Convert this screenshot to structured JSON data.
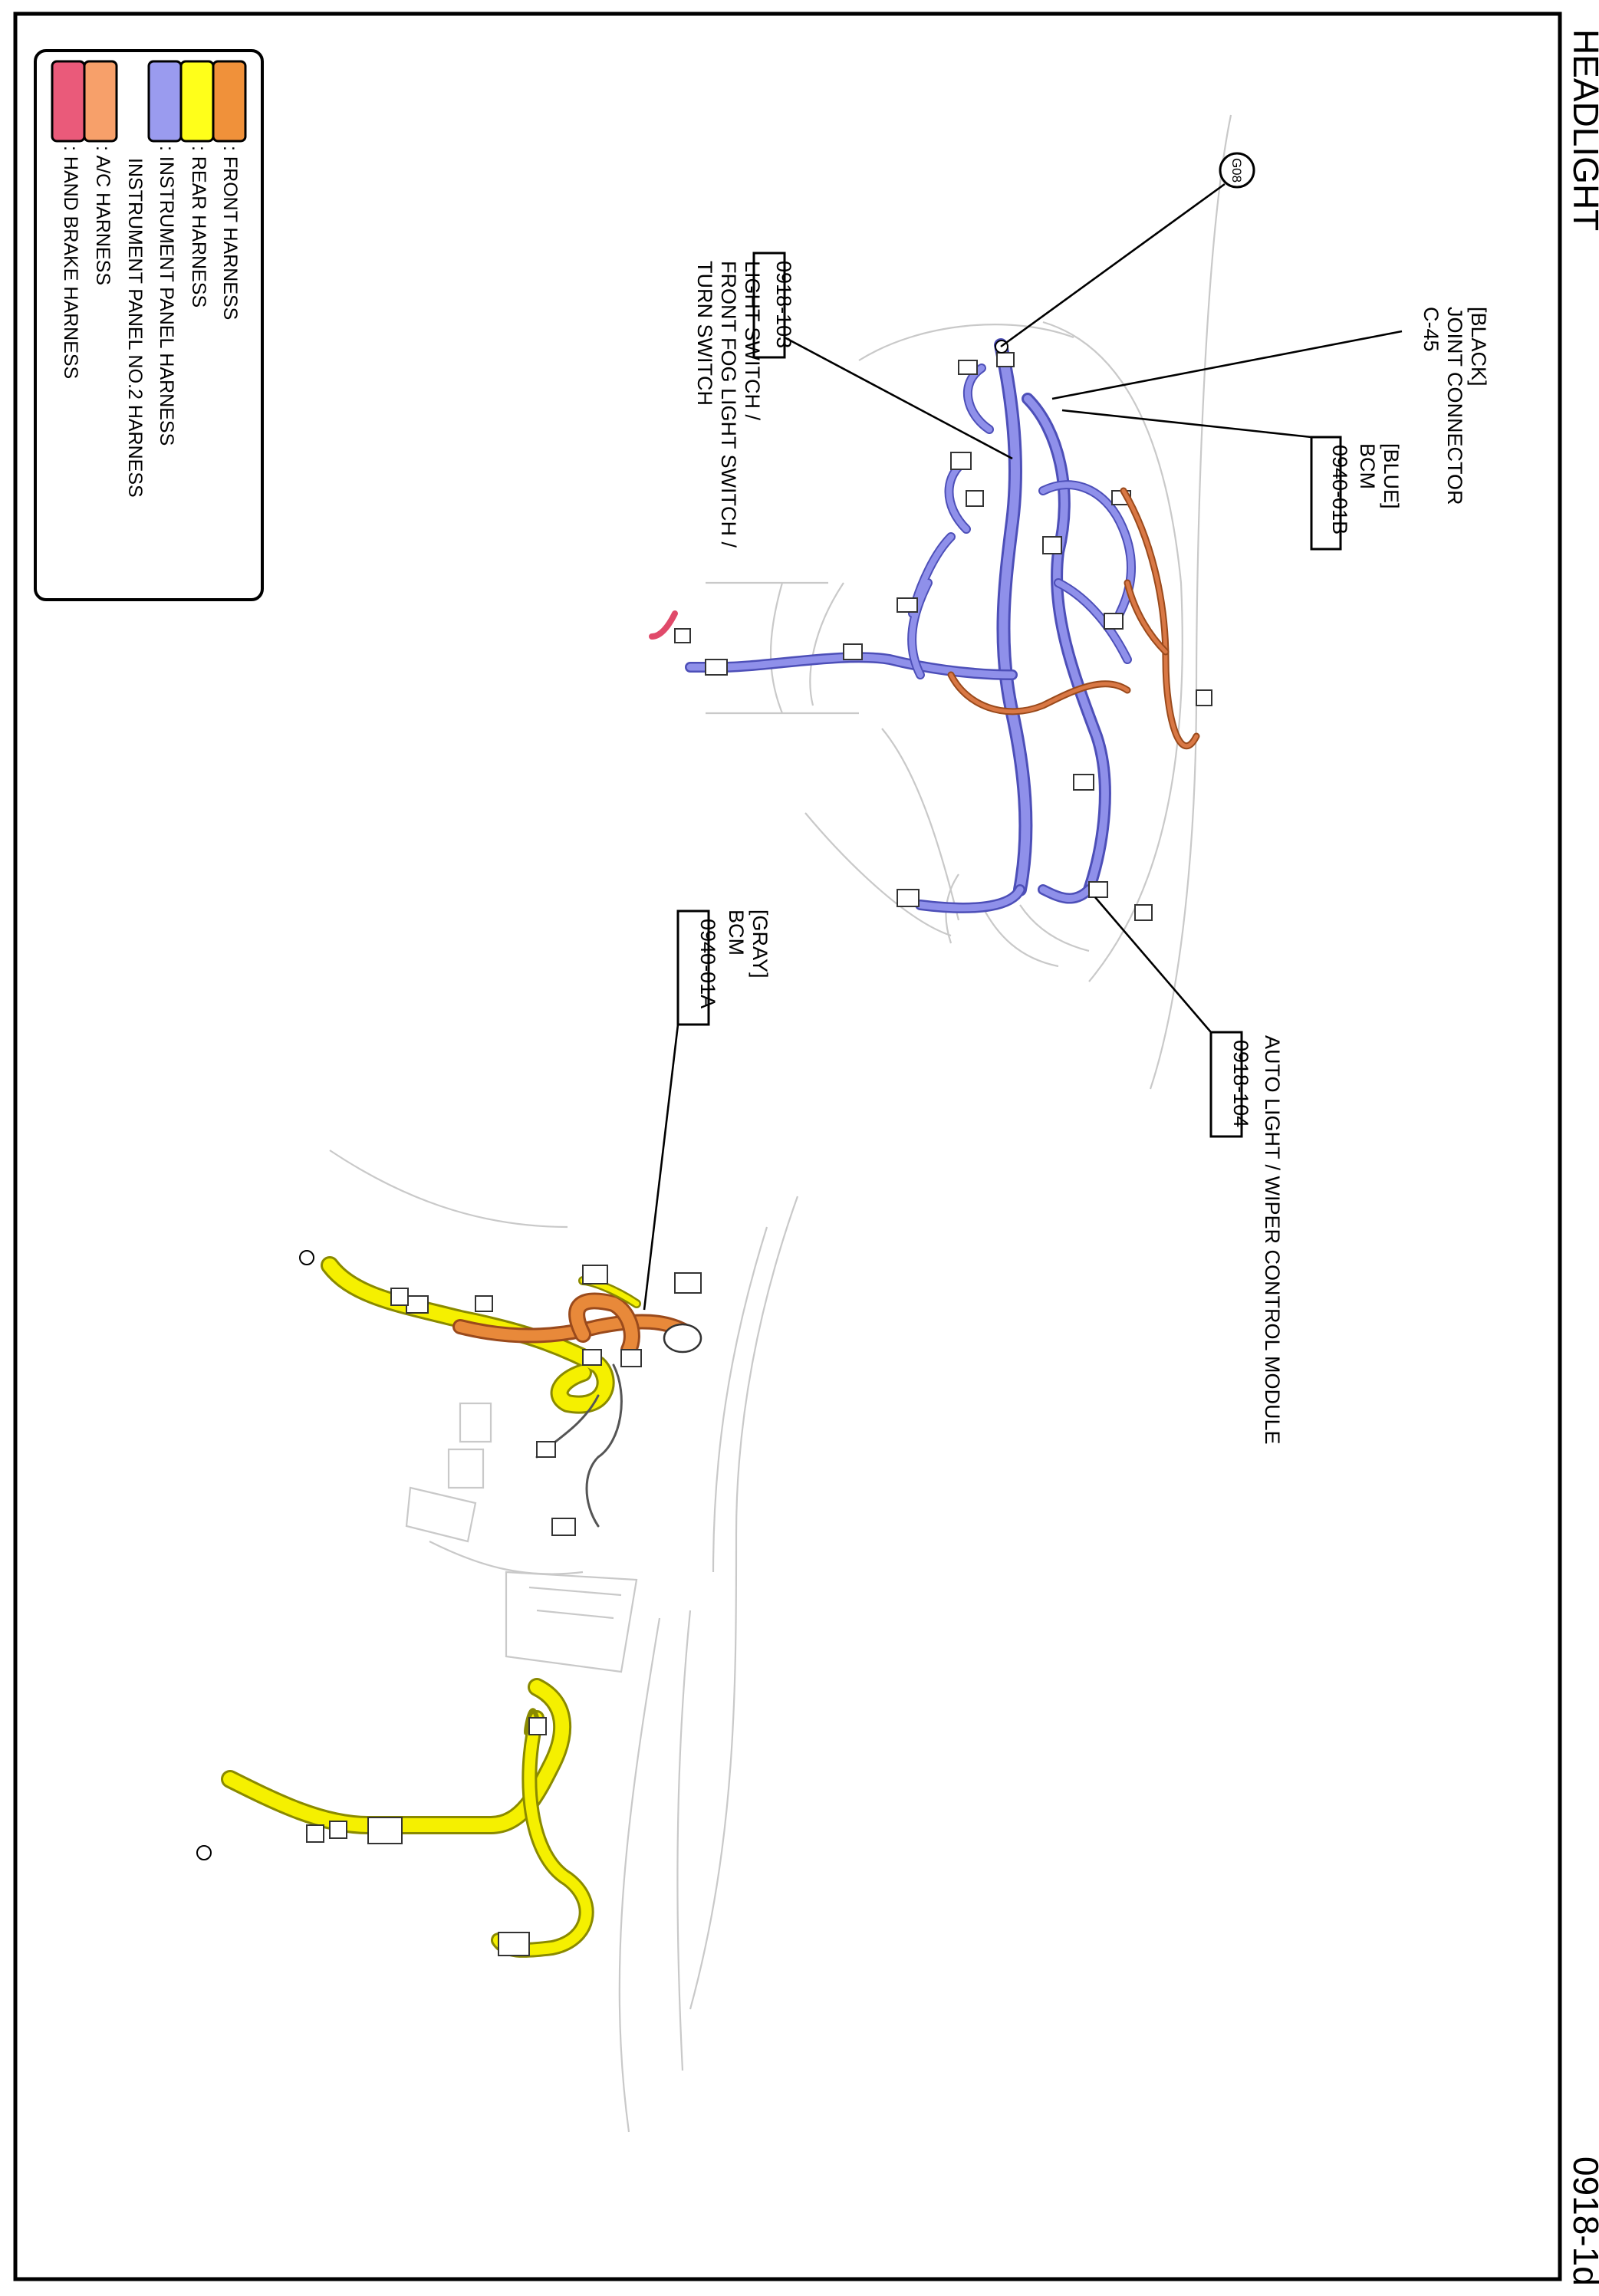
{
  "page": {
    "title": "HEADLIGHT",
    "page_code": "0918-1d"
  },
  "legend": {
    "items": [
      {
        "id": "front",
        "swatch": "#f0913a",
        "label": ": FRONT HARNESS"
      },
      {
        "id": "rear",
        "swatch": "#ffff1a",
        "label": ": REAR HARNESS"
      },
      {
        "id": "instrument",
        "swatch": "#9a9bef",
        "label": ": INSTRUMENT PANEL HARNESS",
        "label2": "INSTRUMENT PANEL NO.2 HARNESS"
      },
      {
        "id": "ac",
        "swatch": "#f7a06a",
        "label": ": A/C HARNESS"
      },
      {
        "id": "handbrake",
        "swatch": "#ea5a7a",
        "label": ": HAND BRAKE HARNESS"
      }
    ]
  },
  "callouts": {
    "joint_connector": {
      "color": "[BLACK]",
      "name": "JOINT CONNECTOR",
      "code": "C-45"
    },
    "bcm_blue": {
      "color": "[BLUE]",
      "name": "BCM",
      "code": "0940-01B"
    },
    "light_switch": {
      "code": "0918-103",
      "line1": "LIGHT SWITCH /",
      "line2": "FRONT FOG LIGHT SWITCH /",
      "line3": "TURN SWITCH"
    },
    "auto_light": {
      "name": "AUTO LIGHT / WIPER CONTROL MODULE",
      "code": "0918-104"
    },
    "bcm_gray": {
      "color": "[GRAY]",
      "name": "BCM",
      "code": "0940-01A"
    },
    "ground": {
      "code": "G08"
    }
  },
  "colors": {
    "instrument_wire": "#8f90ea",
    "instrument_edge": "#4d4fb8",
    "front_wire": "#e8893a",
    "ac_wire": "#d97845",
    "rear_wire": "#f5f000",
    "handbrake_wire": "#e04a6a"
  }
}
